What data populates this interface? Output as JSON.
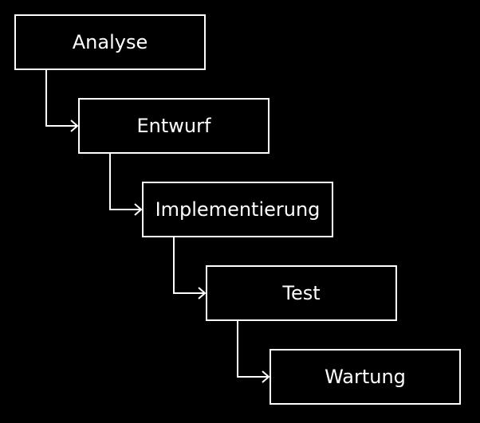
{
  "diagram": {
    "stages": [
      {
        "label": "Analyse"
      },
      {
        "label": "Entwurf"
      },
      {
        "label": "Implementierung"
      },
      {
        "label": "Test"
      },
      {
        "label": "Wartung"
      }
    ],
    "colors": {
      "background": "#000000",
      "box_border": "#ffffff",
      "text": "#ffffff",
      "arrow": "#ffffff"
    }
  }
}
